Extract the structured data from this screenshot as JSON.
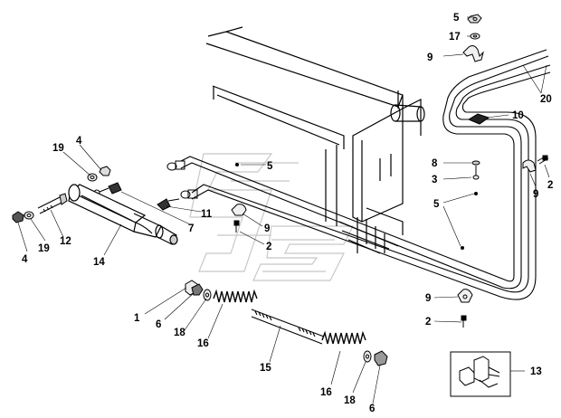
{
  "callouts": {
    "c1": "1",
    "c2a": "2",
    "c2b": "2",
    "c2c": "2",
    "c3": "3",
    "c4a": "4",
    "c4b": "4",
    "c5a": "5",
    "c5b": "5",
    "c5c": "5",
    "c6a": "6",
    "c6b": "6",
    "c7": "7",
    "c8": "8",
    "c9a": "9",
    "c9b": "9",
    "c9c": "9",
    "c9d": "9",
    "c10": "10",
    "c11": "11",
    "c12": "12",
    "c13": "13",
    "c14": "14",
    "c15": "15",
    "c16a": "16",
    "c16b": "16",
    "c17": "17",
    "c18a": "18",
    "c18b": "18",
    "c19a": "19",
    "c19b": "19",
    "c20": "20"
  }
}
